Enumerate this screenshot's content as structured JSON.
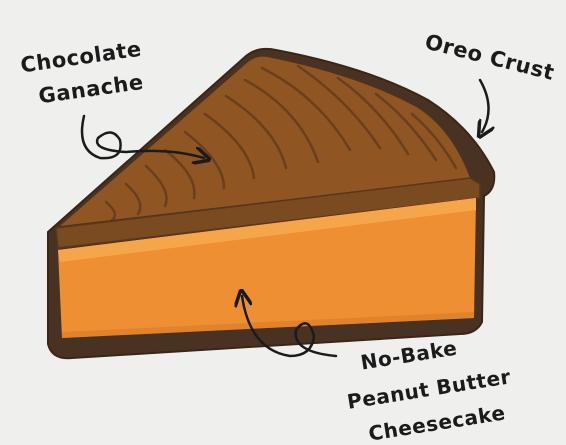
{
  "diagram": {
    "labels": {
      "ganache_line1": "Chocolate",
      "ganache_line2": "Ganache",
      "crust": "Oreo Crust",
      "cheesecake_line1": "No-Bake",
      "cheesecake_line2": "Peanut Butter",
      "cheesecake_line3": "Cheesecake"
    }
  },
  "colors": {
    "paper": "#efefee",
    "crust": "#4a3222",
    "ganache_top": "#8f5623",
    "ganache_stripe": "#6b3e1c",
    "ganache_layer": "#7a4a20",
    "cheesecake": "#ef8f34",
    "cheesecake_top": "#f6a64a",
    "ink": "#1b1b1b"
  }
}
